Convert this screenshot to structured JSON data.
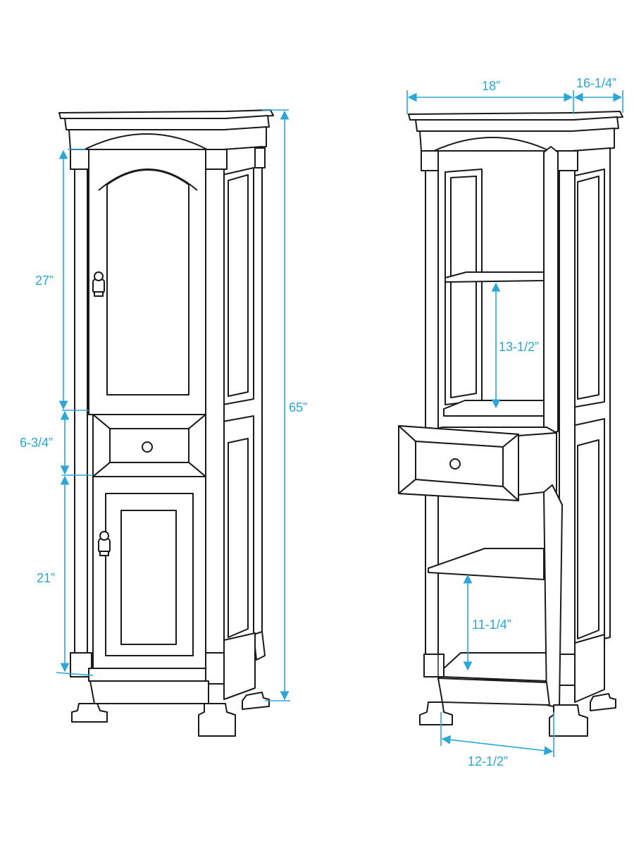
{
  "diagram": {
    "dimension_color": "#2aa6d8",
    "line_color": "#1a1a1a",
    "front_view": {
      "height_total": "65”",
      "upper_section": "27”",
      "drawer_section": "6-3/4”",
      "lower_section": "21”"
    },
    "open_view": {
      "width": "18”",
      "depth": "16-1/4”",
      "upper_shelf_clearance": "13-1/2”",
      "lower_shelf_clearance": "11-1/4”",
      "interior_width": "12-1/2”"
    }
  }
}
